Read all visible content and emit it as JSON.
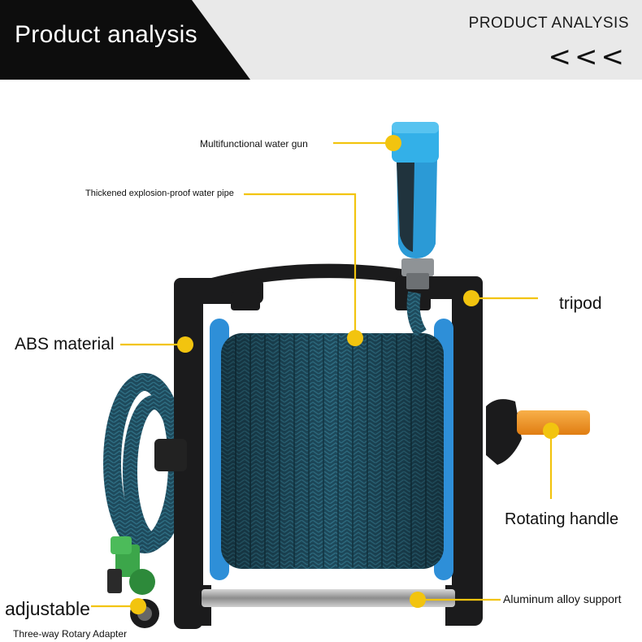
{
  "header": {
    "title": "Product analysis",
    "right_title": "PRODUCT ANALYSIS",
    "arrows": "<<<"
  },
  "callouts": {
    "water_gun": "Multifunctional water gun",
    "water_pipe": "Thickened explosion-proof water pipe",
    "abs": "ABS material",
    "tripod": "tripod",
    "rotating_handle": "Rotating handle",
    "adjustable": "adjustable",
    "adapter": "Three-way Rotary Adapter",
    "aluminum": "Aluminum alloy support"
  },
  "colors": {
    "accent_yellow": "#f2c40f",
    "frame_black": "#1b1b1c",
    "hose_teal": "#1e4a5c",
    "reel_blue": "#2e8fd8",
    "handle_orange": "#f39a2a",
    "gun_blue": "#2b9ad6",
    "adapter_green": "#3ca64a"
  },
  "icons": [
    "water-gun-icon",
    "hose-reel-icon",
    "rotating-handle-icon",
    "adapter-icon"
  ]
}
